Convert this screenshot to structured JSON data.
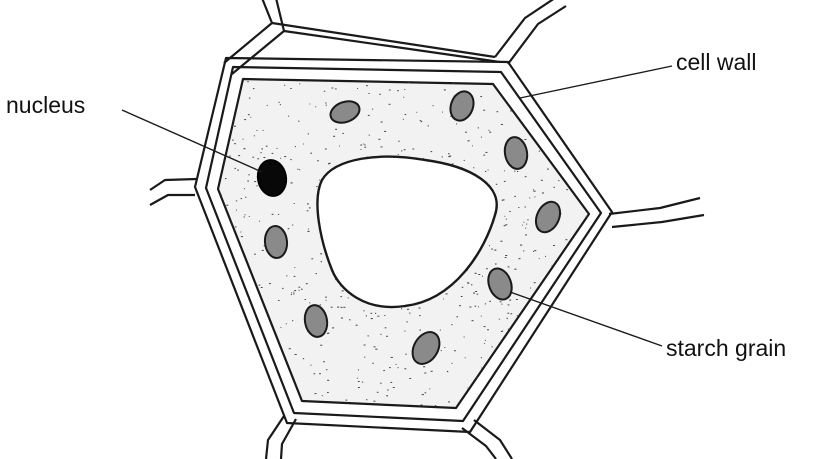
{
  "labels": {
    "nucleus": "nucleus",
    "cell_wall": "cell wall",
    "starch_grain": "starch grain"
  },
  "colors": {
    "line": "#1a1a1a",
    "cytoplasm": "#f2f2f2",
    "starch_grain": "#8a8a8a",
    "nucleus": "#080808"
  }
}
